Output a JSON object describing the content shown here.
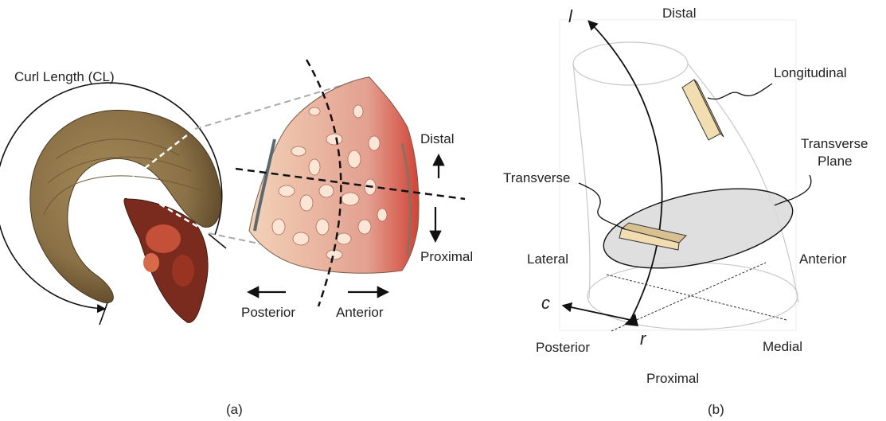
{
  "panel_a": {
    "caption": "(a)",
    "curl_length_label": "Curl Length (CL)",
    "labels": {
      "distal": "Distal",
      "proximal": "Proximal",
      "posterior": "Posterior",
      "anterior": "Anterior"
    }
  },
  "panel_b": {
    "caption": "(b)",
    "axes": {
      "l": "l",
      "c": "c",
      "r": "r"
    },
    "labels": {
      "distal": "Distal",
      "proximal": "Proximal",
      "lateral": "Lateral",
      "anterior": "Anterior",
      "posterior": "Posterior",
      "medial": "Medial",
      "longitudinal": "Longitudinal",
      "transverse": "Transverse",
      "transverse_plane_1": "Transverse",
      "transverse_plane_2": "Plane"
    }
  },
  "colors": {
    "horn": "#8a7146",
    "horn_dark": "#5a4528",
    "bone_red": "#a83a2a",
    "section_pink": "#e8b0a0",
    "specimen": "#ecd5a0",
    "plane_fill": "#d9d9d9"
  }
}
